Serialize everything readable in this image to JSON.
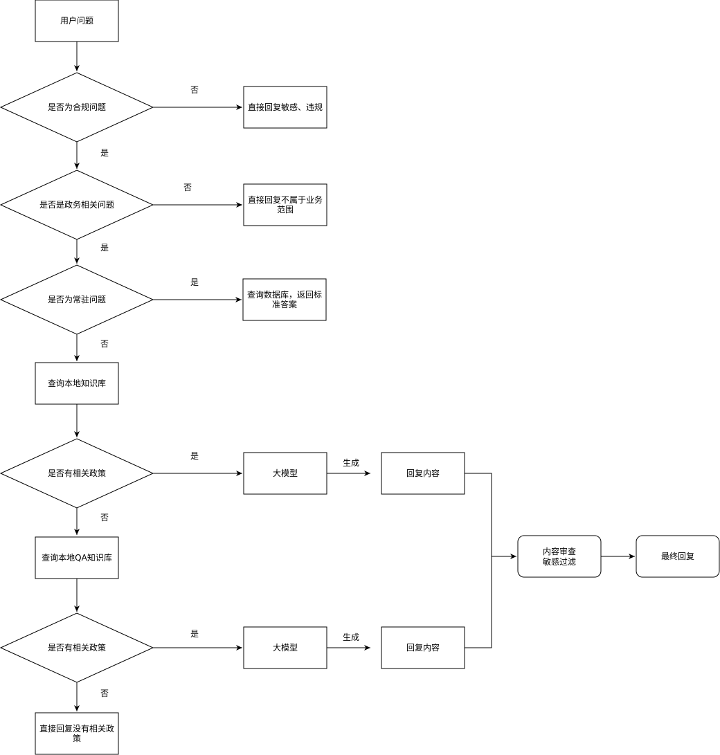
{
  "nodes": {
    "user_question": "用户问题",
    "is_compliant": "是否为合规问题",
    "reply_sensitive": "直接回复敏感、违规",
    "is_gov_related": "是否是政务相关问题",
    "reply_out_of_scope": [
      "直接回复不属于业务",
      "范围"
    ],
    "is_common": "是否为常驻问题",
    "query_db": [
      "查询数据库，返回标",
      "准答案"
    ],
    "query_local_kb": "查询本地知识库",
    "has_policy_1": "是否有相关政策",
    "llm_1": "大模型",
    "reply_content_1": "回复内容",
    "query_qa_kb": "查询本地QA知识库",
    "has_policy_2": "是否有相关政策",
    "llm_2": "大模型",
    "reply_content_2": "回复内容",
    "content_review": [
      "内容审查",
      "敏感过滤"
    ],
    "final_reply": "最终回复",
    "reply_no_policy": [
      "直接回复没有相关政",
      "策"
    ]
  },
  "edge_labels": {
    "compliant_no": "否",
    "compliant_yes": "是",
    "gov_no": "否",
    "gov_yes": "是",
    "common_yes": "是",
    "common_no": "否",
    "policy1_yes": "是",
    "policy1_no": "否",
    "generate_1": "生成",
    "policy2_yes": "是",
    "policy2_no": "否",
    "generate_2": "生成"
  }
}
